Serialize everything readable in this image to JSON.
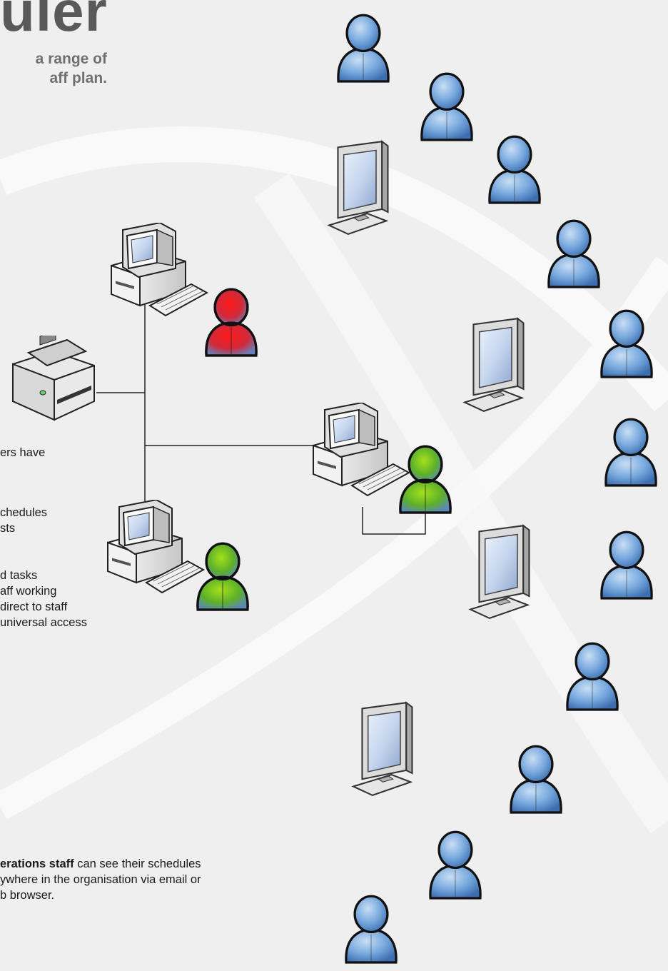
{
  "header": {
    "title": "uler",
    "subtitle_line1": "a range of",
    "subtitle_line2": "aff plan."
  },
  "left_text": {
    "line1": "ers have",
    "line2": "chedules",
    "line3": "sts",
    "line4": "d tasks",
    "line5": "aff working",
    "line6": "direct to staff",
    "line7": "universal access"
  },
  "bottom_text": {
    "bold": "erations staff",
    "rest_line1": " can see their schedules",
    "line2": "ywhere in the organisation via email or",
    "line3": "b browser."
  },
  "colors": {
    "user_blue": "#6fa3d8",
    "user_red": "#e8202a",
    "user_green": "#5cb82a",
    "line": "#222222"
  },
  "icons": {
    "user": "person-icon",
    "workstation": "desktop-computer-icon",
    "monitor": "monitor-icon",
    "printer": "fax-printer-icon"
  }
}
